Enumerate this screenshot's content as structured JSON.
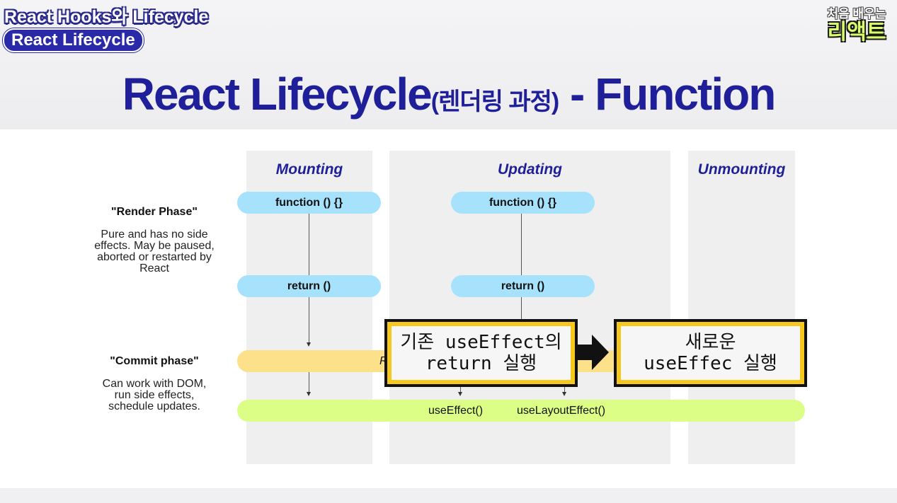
{
  "header": {
    "topic": "React Hooks와 Lifecycle",
    "section": "React Lifecycle",
    "logo_line1": "처음 배우는",
    "logo_line2": "리액트",
    "title_main": "React Lifecycle",
    "title_sub": "(렌더링 과정)",
    "title_tail": " - Function"
  },
  "columns": {
    "mounting": "Mounting",
    "updating": "Updating",
    "unmounting": "Unmounting"
  },
  "phases": {
    "render_title": "\"Render Phase\"",
    "render_desc": [
      "Pure and has no side",
      "effects. May be paused,",
      "aborted or restarted by",
      "React"
    ],
    "commit_title": "\"Commit phase\"",
    "commit_desc": [
      "Can work with DOM,",
      "run side effects,",
      "schedule updates."
    ]
  },
  "nodes": {
    "mount_function": "function () {}",
    "update_function": "function () {}",
    "mount_return": "return ()",
    "update_return": "return ()",
    "commit_partial": "R",
    "use_effect": "useEffect()",
    "use_layout_effect": "useLayoutEffect()"
  },
  "callouts": {
    "left_line1": "기존 useEffect의",
    "left_line2": "return 실행",
    "right_line1": "새로운",
    "right_line2": "useEffec 실행"
  },
  "colors": {
    "accent": "#1f1f9a",
    "render_pill": "#a6e2fb",
    "commit_pill": "#fde08a",
    "effect_pill": "#dcfd86",
    "callout_border": "#f6c81e"
  }
}
